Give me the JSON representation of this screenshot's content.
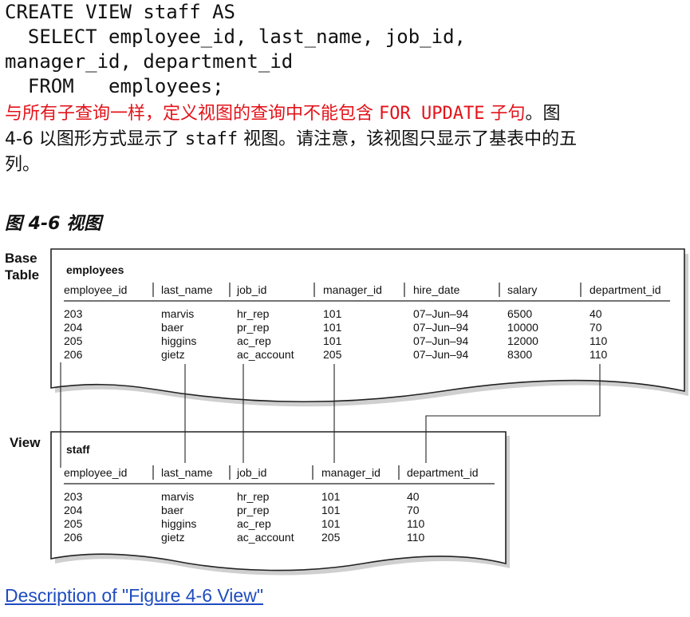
{
  "code": {
    "lines": [
      "CREATE VIEW staff AS",
      "  SELECT employee_id, last_name, job_id,",
      "manager_id, department_id",
      "  FROM   employees;"
    ]
  },
  "paragraph": {
    "red_part1": "与所有子查询一样，定义视图的查询中不能包含 ",
    "red_code": "FOR UPDATE",
    "red_part2": " 子句",
    "black_part1": "。图",
    "line2_part1": "4-6 以图形方式显示了 ",
    "line2_code": "staff",
    "line2_part2": " 视图。请注意，该视图只显示了基表中的五",
    "line3": "列。"
  },
  "caption": "图 4-6 视图",
  "figure": {
    "base_label_1": "Base",
    "base_label_2": "Table",
    "view_label": "View",
    "base": {
      "name": "employees",
      "columns": [
        "employee_id",
        "last_name",
        "job_id",
        "manager_id",
        "hire_date",
        "salary",
        "department_id"
      ],
      "rows": [
        [
          "203",
          "marvis",
          "hr_rep",
          "101",
          "07–Jun–94",
          "6500",
          "40"
        ],
        [
          "204",
          "baer",
          "pr_rep",
          "101",
          "07–Jun–94",
          "10000",
          "70"
        ],
        [
          "205",
          "higgins",
          "ac_rep",
          "101",
          "07–Jun–94",
          "12000",
          "110"
        ],
        [
          "206",
          "gietz",
          "ac_account",
          "205",
          "07–Jun–94",
          "8300",
          "110"
        ]
      ]
    },
    "view": {
      "name": "staff",
      "columns": [
        "employee_id",
        "last_name",
        "job_id",
        "manager_id",
        "department_id"
      ],
      "rows": [
        [
          "203",
          "marvis",
          "hr_rep",
          "101",
          "40"
        ],
        [
          "204",
          "baer",
          "pr_rep",
          "101",
          "70"
        ],
        [
          "205",
          "higgins",
          "ac_rep",
          "101",
          "110"
        ],
        [
          "206",
          "gietz",
          "ac_account",
          "205",
          "110"
        ]
      ]
    }
  },
  "link_text": "Description of \"Figure 4-6 View\""
}
